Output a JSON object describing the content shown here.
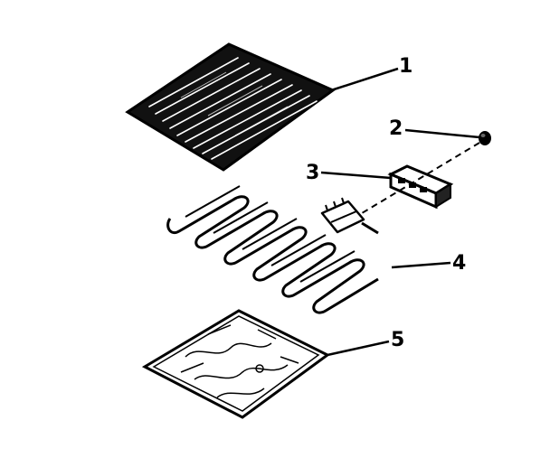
{
  "callouts": [
    {
      "label": "1",
      "part": "broil-pan-grid"
    },
    {
      "label": "2",
      "part": "terminal-screw"
    },
    {
      "label": "3",
      "part": "terminal-block"
    },
    {
      "label": "4",
      "part": "heating-element"
    },
    {
      "label": "5",
      "part": "reflector-pan"
    }
  ],
  "colors": {
    "ink": "#000000",
    "paper": "#ffffff"
  }
}
